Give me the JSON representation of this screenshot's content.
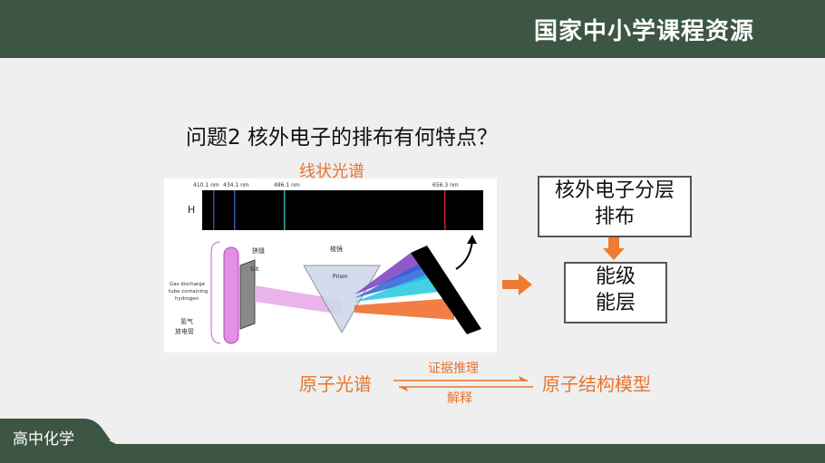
{
  "header": {
    "brand": "国家中小学课程资源"
  },
  "footer": {
    "label": "高中化学"
  },
  "question": "问题2  核外电子的排布有何特点？",
  "spectrum": {
    "title": "线状光谱",
    "element": "H",
    "lines": [
      {
        "label": "410.1 nm",
        "color": "#5a3b8c"
      },
      {
        "label": "434.1 nm",
        "color": "#3a5ab0"
      },
      {
        "label": "486.1 nm",
        "color": "#2aa8a0"
      },
      {
        "label": "656.3 nm",
        "color": "#d02020"
      }
    ],
    "slit_cn": "狭缝",
    "slit_en": "Slit",
    "prism_cn": "棱镜",
    "prism_en": "Prism",
    "tube_en_1": "Gas discharge",
    "tube_en_2": "tube containing",
    "tube_en_3": "hydrogen",
    "tube_cn_1": "氢气",
    "tube_cn_2": "放电管"
  },
  "model": {
    "box1_line1": "核外电子分层",
    "box1_line2": "排布",
    "box2_line1": "能级",
    "box2_line2": "能层"
  },
  "reasoning": {
    "left": "原子光谱",
    "right": "原子结构模型",
    "top_label": "证据推理",
    "bottom_label": "解释"
  },
  "colors": {
    "accent": "#e8752f",
    "bar": "#3c5643"
  }
}
